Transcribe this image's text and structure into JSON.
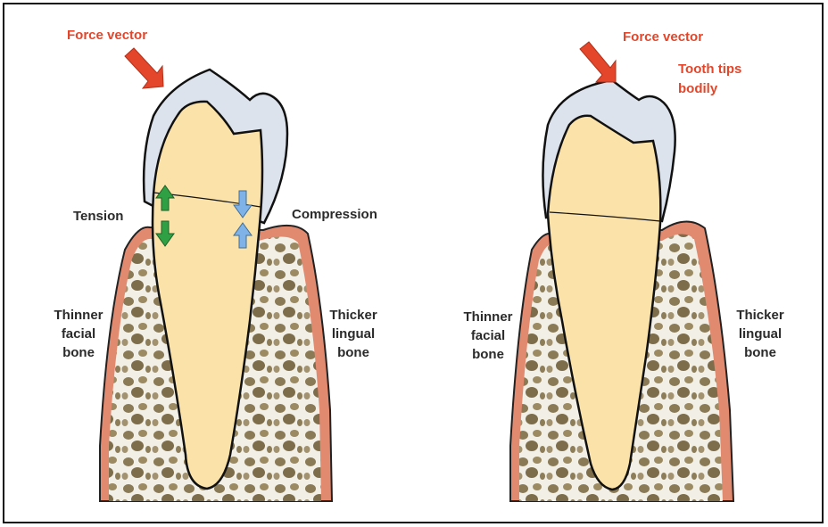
{
  "colors": {
    "label_red": "#e3462a",
    "label_dark": "#2a2a2a",
    "enamel": "#dde3ec",
    "dentin": "#fae2a9",
    "gingiva": "#e28a70",
    "bone_pore": "#8a7a55",
    "bone_trabecula": "#f2efe6",
    "arrow_green": "#2fa043",
    "arrow_blue": "#7fb2e6"
  },
  "left": {
    "force_label": "Force vector",
    "tension": "Tension",
    "compression": "Compression",
    "facial": [
      "Thinner",
      "facial",
      "bone"
    ],
    "lingual": [
      "Thicker",
      "lingual",
      "bone"
    ]
  },
  "right": {
    "force_label": "Force vector",
    "tips": [
      "Tooth tips",
      "bodily"
    ],
    "facial": [
      "Thinner",
      "facial",
      "bone"
    ],
    "lingual": [
      "Thicker",
      "lingual",
      "bone"
    ]
  }
}
